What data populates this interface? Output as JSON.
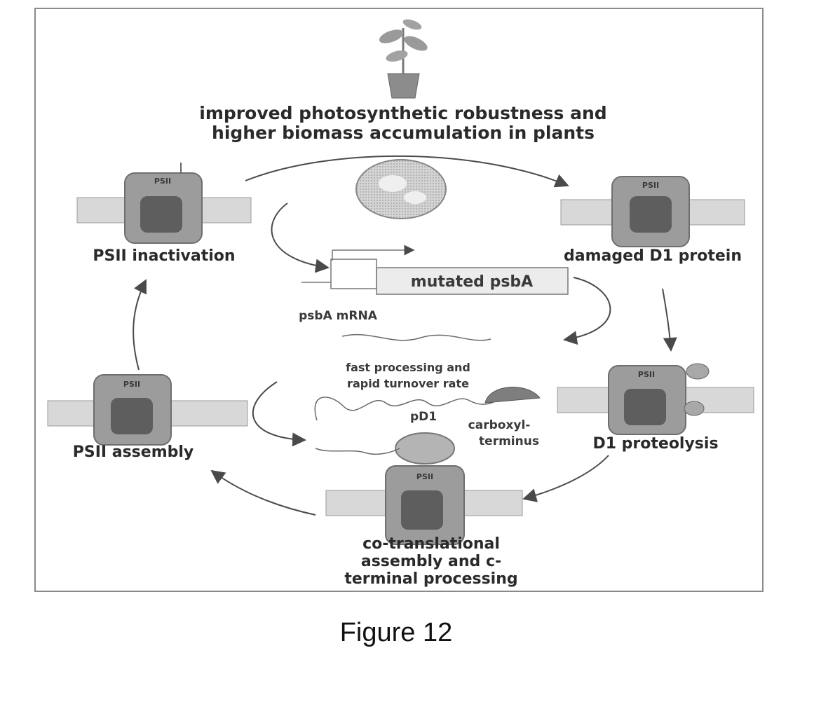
{
  "figure": {
    "caption": "Figure 12",
    "top_label_line1": "improved photosynthetic robustness and",
    "top_label_line2": "higher biomass accumulation in plants",
    "stages": {
      "psii_inactivation": "PSII inactivation",
      "damaged_d1": "damaged D1 protein",
      "d1_proteolysis": "D1 proteolysis",
      "cotrans_line1": "co-translational",
      "cotrans_line2": "assembly and c-",
      "cotrans_line3": "terminal processing",
      "psii_assembly": "PSII assembly"
    },
    "center": {
      "mutated_psba": "mutated psbA",
      "psba_mrna": "psbA mRNA",
      "fast_line1": "fast processing and",
      "fast_line2": "rapid turnover rate",
      "pd1": "pD1",
      "carboxyl_line1": "carboxyl-",
      "carboxyl_line2": "terminus"
    },
    "complex_label": "PSII",
    "colors": {
      "line": "#4a4a4a",
      "membrane": "#d8d8d8",
      "complex": "#9c9c9c",
      "frame": "#8a8a8a"
    }
  }
}
